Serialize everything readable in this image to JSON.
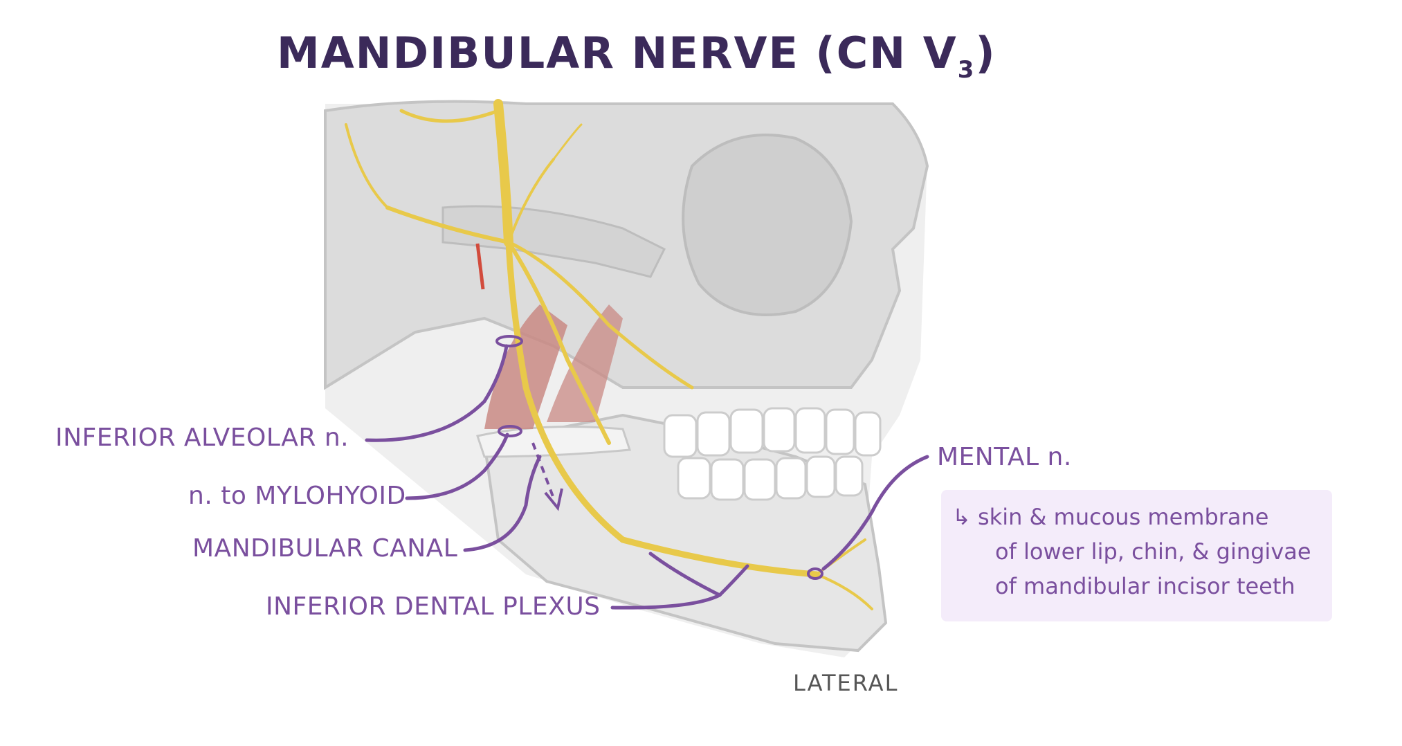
{
  "title": {
    "main": "MANDIBULAR NERVE (CN V",
    "sub": "3",
    "close": ")"
  },
  "labels": {
    "inferior_alveolar": "INFERIOR ALVEOLAR n.",
    "mylohyoid": "n. to MYLOHYOID",
    "mandibular_canal": "MANDIBULAR CANAL",
    "inferior_dental_plexus": "INFERIOR DENTAL PLEXUS",
    "mental": "MENTAL n.",
    "view": "LATERAL"
  },
  "note": {
    "arrow": "↳",
    "line1": "skin & mucous membrane",
    "line2": "of lower lip, chin, & gingivae",
    "line3": "of mandibular incisor teeth"
  },
  "colors": {
    "title": "#3b2a5a",
    "label": "#7a4f9e",
    "nerve": "#e8c94a",
    "bone": "#d9d9d9",
    "muscle": "#c98a84",
    "note_bg": "#f4ecfa"
  }
}
